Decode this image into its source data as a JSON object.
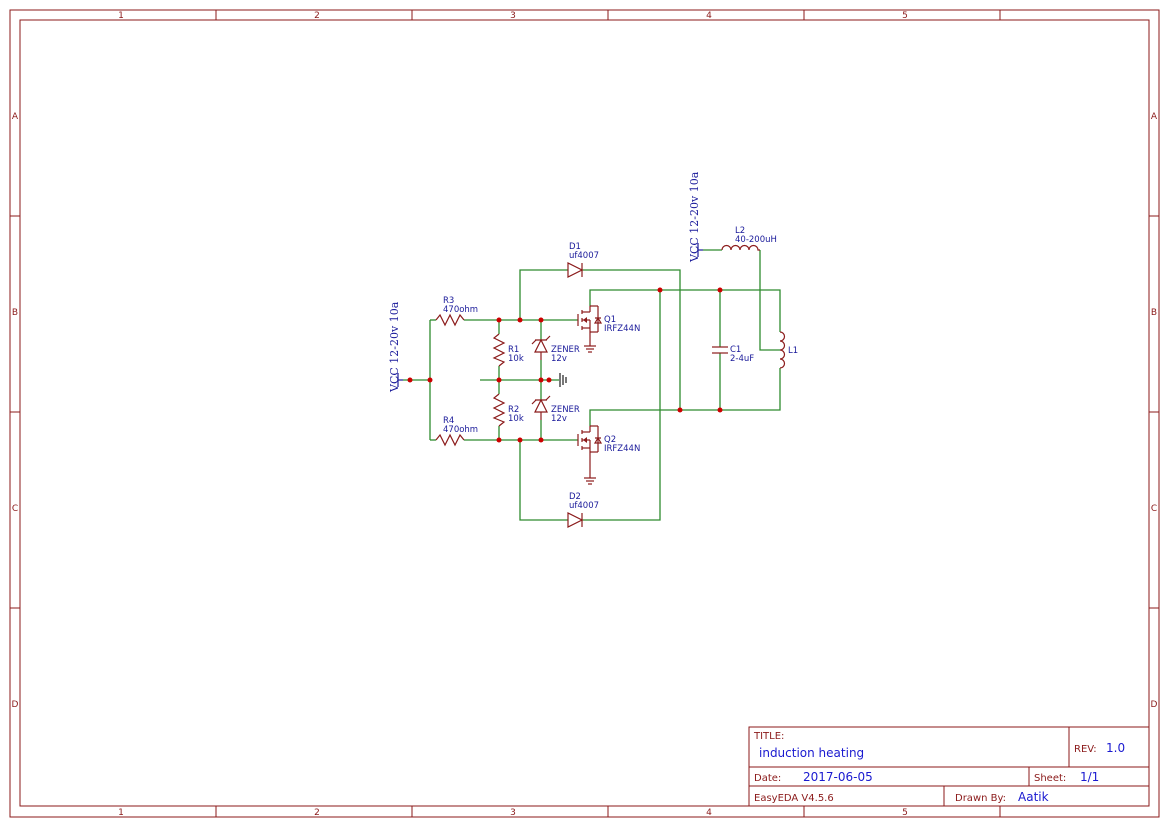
{
  "frame": {
    "columns": [
      "1",
      "2",
      "3",
      "4",
      "5"
    ],
    "rows": [
      "A",
      "B",
      "C",
      "D"
    ]
  },
  "components": {
    "r3": {
      "ref": "R3",
      "value": "470ohm"
    },
    "r4": {
      "ref": "R4",
      "value": "470ohm"
    },
    "r1": {
      "ref": "R1",
      "value": "10k"
    },
    "r2": {
      "ref": "R2",
      "value": "10k"
    },
    "z1": {
      "ref": "ZENER",
      "value": "12v"
    },
    "z2": {
      "ref": "ZENER",
      "value": "12v"
    },
    "d1": {
      "ref": "D1",
      "value": "uf4007"
    },
    "d2": {
      "ref": "D2",
      "value": "uf4007"
    },
    "q1": {
      "ref": "Q1",
      "value": "IRFZ44N"
    },
    "q2": {
      "ref": "Q2",
      "value": "IRFZ44N"
    },
    "c1": {
      "ref": "C1",
      "value": "2-4uF"
    },
    "l1": {
      "ref": "L1"
    },
    "l2": {
      "ref": "L2",
      "value": "40-200uH"
    }
  },
  "nets": {
    "vcc_left": "VCC 12-20v 10a",
    "vcc_top": "VCC 12-20v 10a"
  },
  "title_block": {
    "title_label": "TITLE:",
    "title": "induction heating",
    "rev_label": "REV:",
    "rev": "1.0",
    "date_label": "Date:",
    "date": "2017-06-05",
    "sheet_label": "Sheet:",
    "sheet": "1/1",
    "tool": "EasyEDA V4.5.6",
    "drawn_label": "Drawn By:",
    "drawn_by": "Aatik"
  },
  "colors": {
    "frame": "#8b1a1a",
    "wire": "#2e8b2e",
    "label": "#1a1a9a",
    "junction": "#cc0000"
  }
}
